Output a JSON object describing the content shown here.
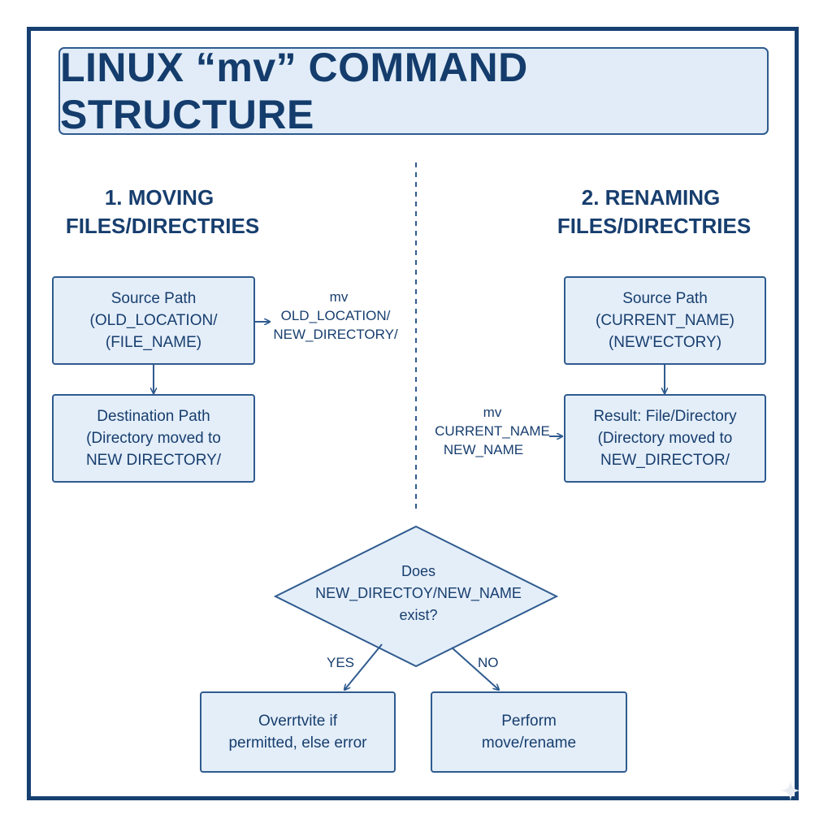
{
  "title": "LINUX “mv” COMMAND STRUCTURE",
  "moving": {
    "heading_line1": "1. MOVING",
    "heading_line2": "FILES/DIRECTRIES",
    "source_box": [
      "Source Path",
      "(OLD_LOCATION/",
      "(FILE_NAME)"
    ],
    "command": [
      "mv",
      "OLD_LOCATION/",
      "NEW_DIRECTORY/"
    ],
    "destination_box": [
      "Destination Path",
      "(Directory moved to",
      "NEW DIRECTORY/"
    ]
  },
  "renaming": {
    "heading_line1": "2. RENAMING",
    "heading_line2": "FILES/DIRECTRIES",
    "source_box": [
      "Source Path",
      "(CURRENT_NAME)",
      "(NEW'ECTORY)"
    ],
    "command": [
      "mv",
      "CURRENT_NAME",
      "NEW_NAME"
    ],
    "result_box": [
      "Result: File/Directory",
      "(Directory moved to",
      "NEW_DIRECTOR/"
    ]
  },
  "decision": {
    "question": [
      "Does",
      "NEW_DIRECTOY/NEW_NAME",
      "exist?"
    ],
    "yes_label": "YES",
    "no_label": "NO",
    "yes_box": [
      "Overrtvite if",
      "permitted, else error"
    ],
    "no_box": [
      "Perform",
      "move/rename"
    ]
  },
  "colors": {
    "frame": "#163f70",
    "box_fill": "#e4eef9",
    "box_border": "#2f5b8f",
    "text": "#173e6e"
  }
}
